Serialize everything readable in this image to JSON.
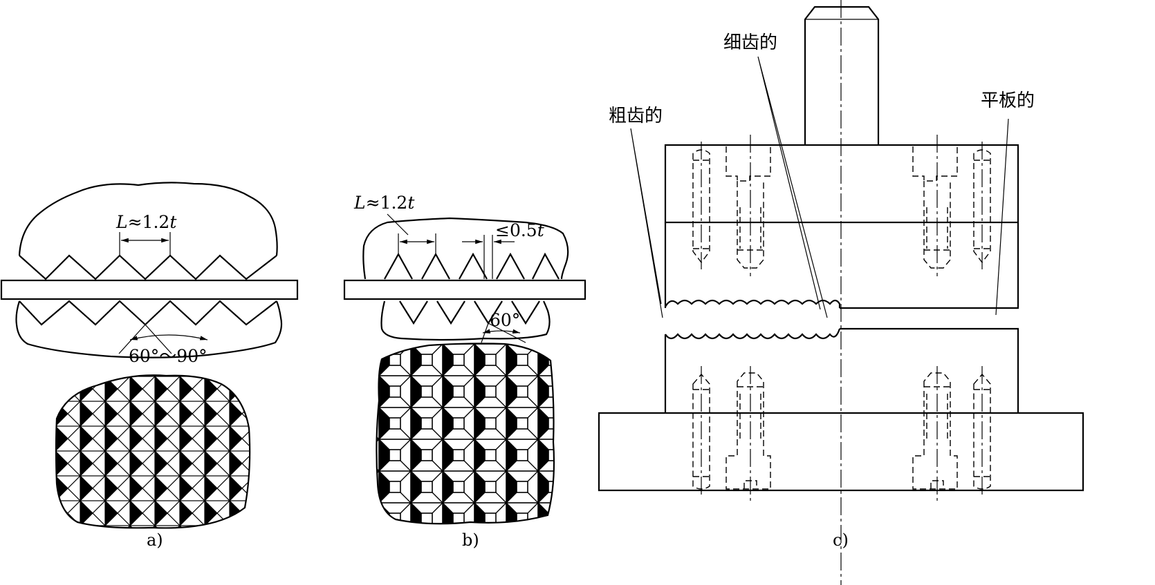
{
  "panel_a": {
    "dim_pitch_L": "L",
    "dim_pitch_rest": "≈1.2",
    "dim_pitch_t": "t",
    "dim_angle": "60°～90°",
    "caption": "a)"
  },
  "panel_b": {
    "dim_pitch_L": "L",
    "dim_pitch_rest": "≈1.2",
    "dim_pitch_t": "t",
    "dim_height_rest": "≤0.5",
    "dim_height_t": "t",
    "dim_angle": "60°",
    "caption": "b)"
  },
  "panel_c": {
    "label_fine_teeth": "细齿的",
    "label_coarse_teeth": "粗齿的",
    "label_flat": "平板的",
    "caption": "c)"
  }
}
